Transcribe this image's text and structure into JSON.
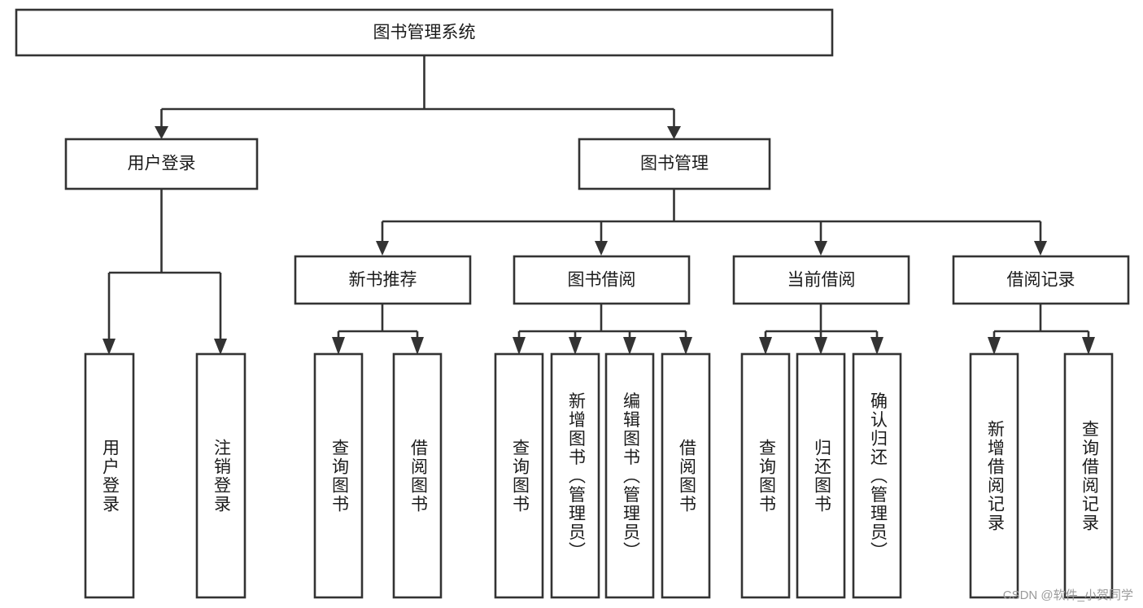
{
  "diagram": {
    "title": "图书管理系统",
    "type": "hierarchy-tree",
    "watermark": "CSDN @软件_小贺同学",
    "colors": {
      "box_stroke": "#333333",
      "box_fill": "#ffffff",
      "connector": "#333333",
      "text": "#1b1b1b",
      "background": "#ffffff",
      "watermark_text": "#9a9a9a"
    },
    "levels": {
      "root": {
        "label": "图书管理系统",
        "orientation": "horizontal"
      },
      "level2": [
        {
          "label": "用户登录",
          "orientation": "horizontal"
        },
        {
          "label": "图书管理",
          "orientation": "horizontal"
        }
      ],
      "level3": [
        {
          "label": "新书推荐",
          "orientation": "horizontal"
        },
        {
          "label": "图书借阅",
          "orientation": "horizontal"
        },
        {
          "label": "当前借阅",
          "orientation": "horizontal"
        },
        {
          "label": "借阅记录",
          "orientation": "horizontal"
        }
      ],
      "leaves": [
        {
          "label": "用户登录",
          "orientation": "vertical",
          "parent": "用户登录"
        },
        {
          "label": "注销登录",
          "orientation": "vertical",
          "parent": "用户登录"
        },
        {
          "label": "查询图书",
          "orientation": "vertical",
          "parent": "新书推荐"
        },
        {
          "label": "借阅图书",
          "orientation": "vertical",
          "parent": "新书推荐"
        },
        {
          "label": "查询图书",
          "orientation": "vertical",
          "parent": "图书借阅"
        },
        {
          "label": "新增图书（管理员）",
          "orientation": "vertical",
          "parent": "图书借阅"
        },
        {
          "label": "编辑图书（管理员）",
          "orientation": "vertical",
          "parent": "图书借阅"
        },
        {
          "label": "借阅图书",
          "orientation": "vertical",
          "parent": "图书借阅"
        },
        {
          "label": "查询图书",
          "orientation": "vertical",
          "parent": "当前借阅"
        },
        {
          "label": "归还图书",
          "orientation": "vertical",
          "parent": "当前借阅"
        },
        {
          "label": "确认归还（管理员）",
          "orientation": "vertical",
          "parent": "当前借阅"
        },
        {
          "label": "新增借阅记录",
          "orientation": "vertical",
          "parent": "借阅记录"
        },
        {
          "label": "查询借阅记录",
          "orientation": "vertical",
          "parent": "借阅记录"
        }
      ]
    }
  }
}
